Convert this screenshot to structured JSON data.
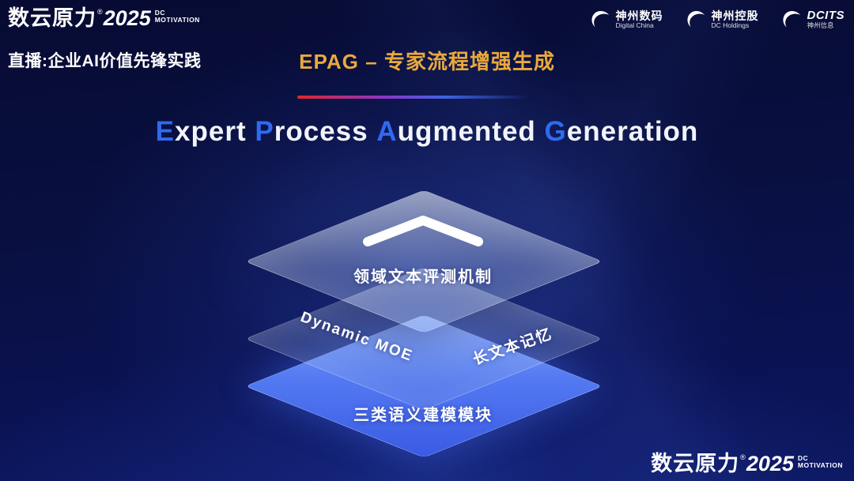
{
  "colors": {
    "accent_gold": "#e9a93d",
    "highlight_blue": "#2f6af0",
    "layer_blue": "#4c73ef",
    "divider_red": "#e0262e",
    "background_deep": "#070b33"
  },
  "brand": {
    "name": "数云原力",
    "reg": "®",
    "year": "2025",
    "dc": "DC",
    "motivation": "MOTIVATION"
  },
  "header": {
    "live_label": "直播:企业AI价值先锋实践",
    "slide_title": "EPAG – 专家流程增强生成",
    "partners": [
      {
        "name": "神州数码",
        "sub": "Digital China"
      },
      {
        "name": "神州控股",
        "sub": "DC Holdings"
      },
      {
        "name": "DCITS",
        "sub": "神州信息"
      }
    ]
  },
  "title": {
    "seg": [
      "E",
      "xpert ",
      "P",
      "rocess ",
      "A",
      "ugmented ",
      "G",
      "eneration"
    ]
  },
  "diagram": {
    "top_label": "领域文本评测机制",
    "mid_label_left": "Dynamic MOE",
    "mid_label_right": "长文本记忆",
    "bottom_label": "三类语义建模模块"
  }
}
